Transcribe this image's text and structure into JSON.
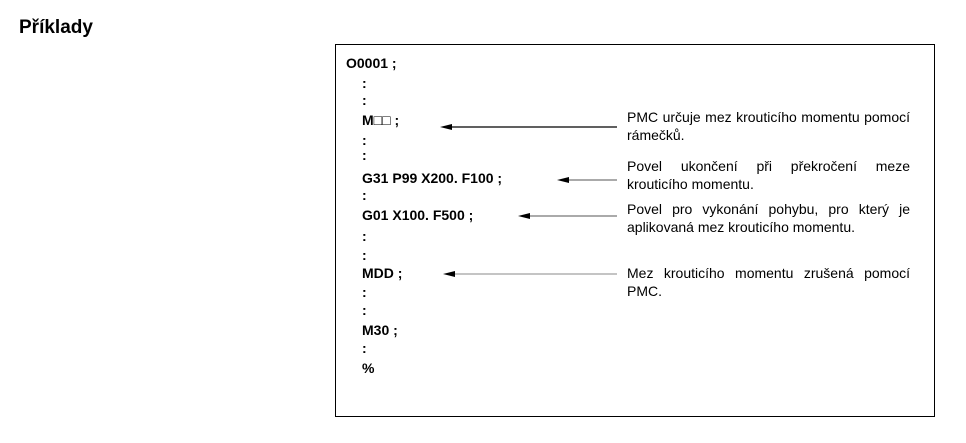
{
  "heading": "Příklady",
  "program": [
    {
      "text": "O0001 ;",
      "indent": false
    },
    {
      "text": ":"
    },
    {
      "text": ":"
    },
    {
      "text": "M□□ ;"
    },
    {
      "text": ":"
    },
    {
      "text": ":"
    },
    {
      "text": "G31 P99 X200. F100 ;"
    },
    {
      "text": ":"
    },
    {
      "text": "G01 X100. F500 ;"
    },
    {
      "text": ":"
    },
    {
      "text": ":"
    },
    {
      "text": "MDD ;"
    },
    {
      "text": ":"
    },
    {
      "text": ":"
    },
    {
      "text": "M30 ;"
    },
    {
      "text": ":"
    },
    {
      "text": "%"
    }
  ],
  "notes": [
    "PMC určuje mez krouticího momentu pomocí rámečků.",
    "Povel ukončení při překročení meze krouticího momentu.",
    "Povel pro vykonání pohybu, pro který je aplikovaná mez krouticího momentu.",
    "Mez krouticího momentu zrušená pomocí PMC."
  ]
}
